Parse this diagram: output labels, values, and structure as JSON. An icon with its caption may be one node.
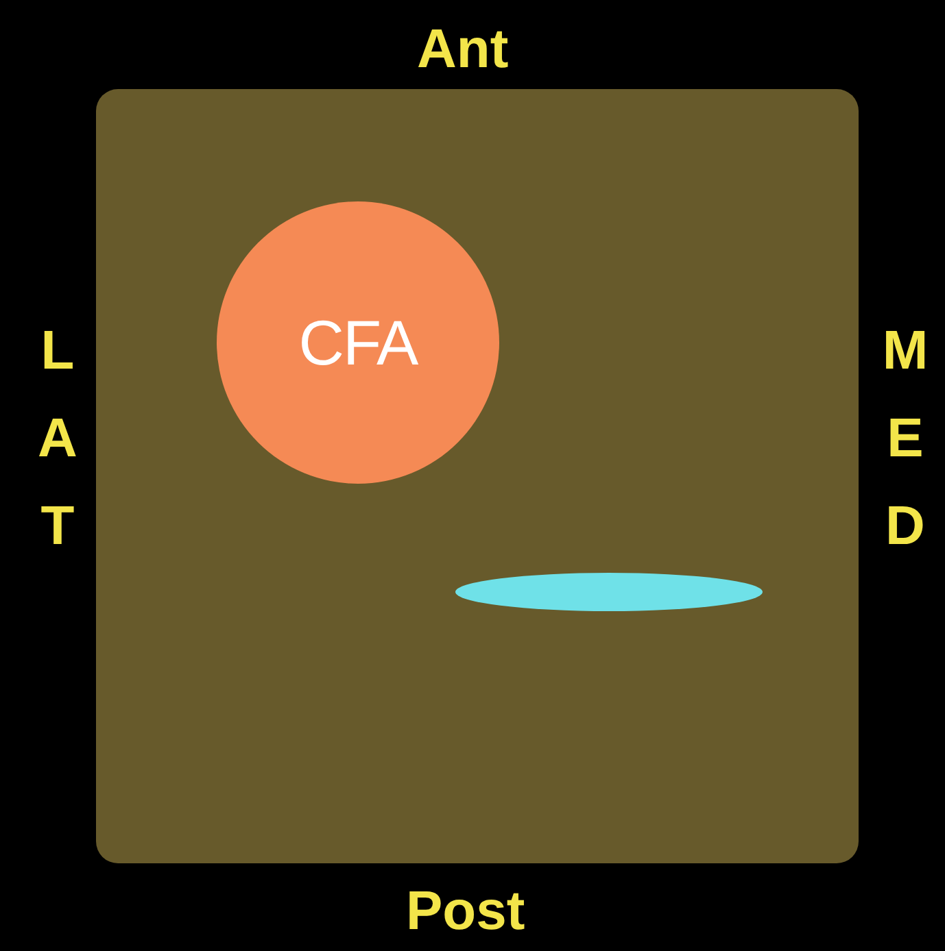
{
  "diagram": {
    "nodes": [
      {
        "text": [],
        "shape": "box"
      },
      {
        "text": [
          "CFA"
        ],
        "in": 0
      },
      {
        "text": [],
        "shape": "ellipse",
        "in": 0
      }
    ],
    "labels": [
      "Ant",
      "LAT",
      "MED",
      "Post"
    ]
  }
}
